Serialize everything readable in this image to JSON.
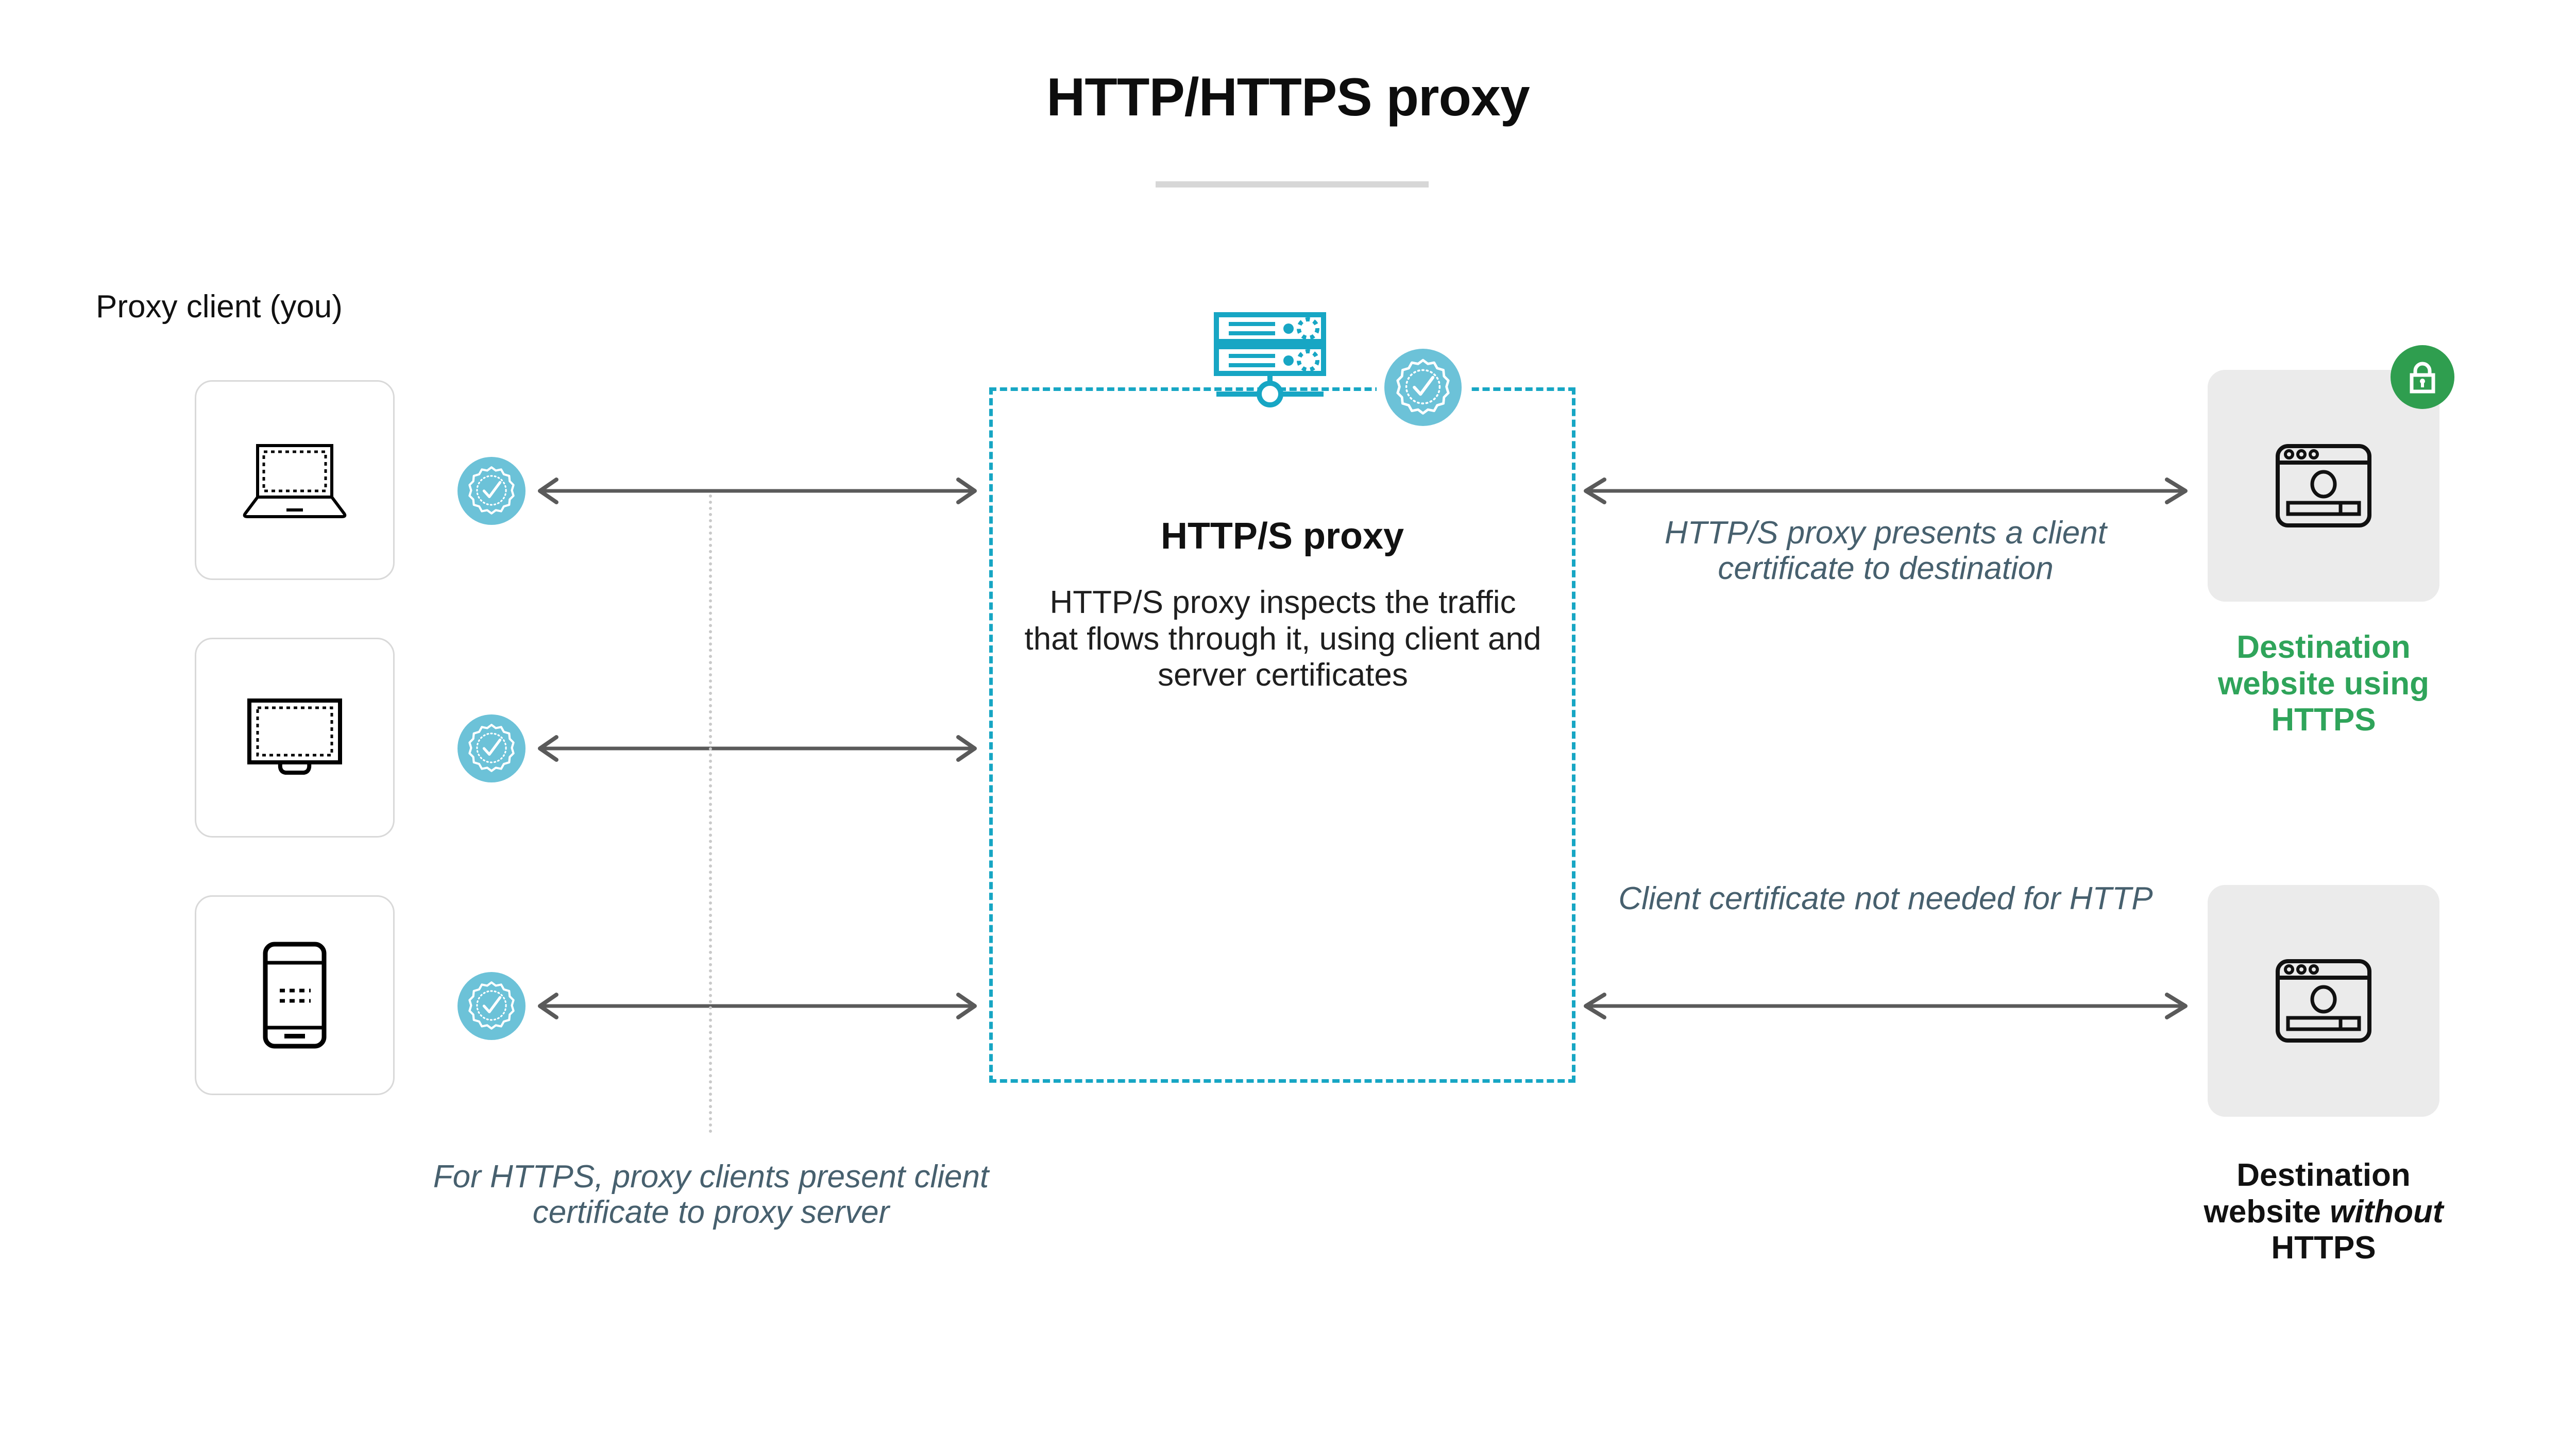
{
  "title": "HTTP/HTTPS proxy",
  "colors": {
    "teal_dashed_border": "#17a6c4",
    "teal_server_icon": "#17a6c4",
    "cert_badge_fill": "#6cc2d8",
    "green_lock_badge": "#2f9e4f",
    "green_https_text": "#2fa45a",
    "annotation_slate": "#47606e",
    "arrow_gray": "#5a5a5a",
    "device_card_border": "#d9d9d9",
    "dest_card_fill": "#ebebeb",
    "title_rule_gray": "#d7d7d7",
    "leader_line_gray": "#c9c9c9"
  },
  "client_side": {
    "label": "Proxy client (you)",
    "devices": [
      {
        "icon": "laptop-icon",
        "name": "laptop"
      },
      {
        "icon": "desktop-monitor-icon",
        "name": "desktop"
      },
      {
        "icon": "smartphone-icon",
        "name": "smartphone"
      }
    ],
    "cert_badge_icon": "certificate-check-badge-icon",
    "annotation": "For HTTPS, proxy clients present client certificate to proxy server"
  },
  "proxy": {
    "heading": "HTTP/S proxy",
    "body": "HTTP/S proxy inspects the traffic that flows through it, using client and server certificates",
    "server_icon": "server-rack-icon",
    "cert_badge_icon": "certificate-check-badge-icon"
  },
  "destination_side": {
    "top": {
      "icon": "browser-window-icon",
      "badge_icon": "lock-icon",
      "label_line1": "Destination",
      "label_line2": "website using",
      "label_line3": "HTTPS",
      "annotation": "HTTP/S proxy presents a client certificate to destination"
    },
    "bottom": {
      "icon": "browser-window-icon",
      "label_line1": "Destination",
      "label_line2_pre": "website ",
      "label_line2_italic": "without",
      "label_line3": "HTTPS",
      "annotation": "Client certificate not needed for HTTP"
    }
  }
}
